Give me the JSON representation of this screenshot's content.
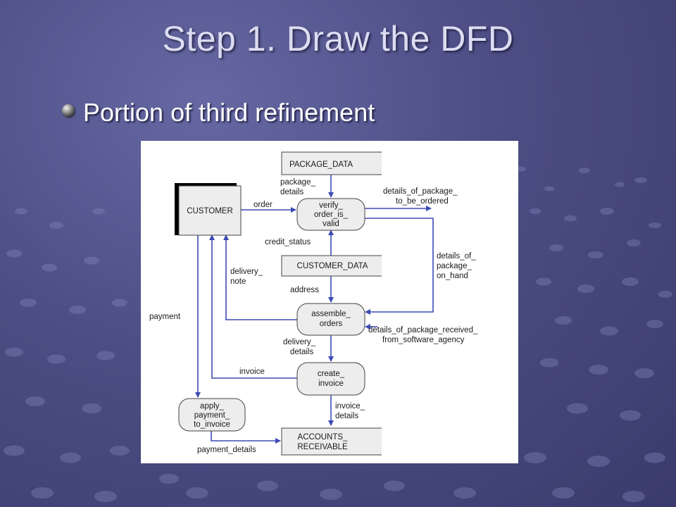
{
  "slide": {
    "title": "Step 1.  Draw the DFD",
    "bullet": "Portion of third refinement"
  },
  "diagram": {
    "entities": {
      "customer": "CUSTOMER"
    },
    "stores": {
      "package_data": "PACKAGE_DATA",
      "customer_data": "CUSTOMER_DATA",
      "accounts_receivable": [
        "ACCOUNTS_",
        "RECEIVABLE"
      ]
    },
    "processes": {
      "verify": [
        "verify_",
        "order_is_",
        "valid"
      ],
      "assemble": [
        "assemble_",
        "orders"
      ],
      "create_invoice": [
        "create_",
        "invoice"
      ],
      "apply_payment": [
        "apply_",
        "payment_",
        "to_invoice"
      ]
    },
    "flows": {
      "package_details": [
        "package_",
        "details"
      ],
      "order": "order",
      "details_to_be_ordered": [
        "details_of_package_",
        "to_be_ordered"
      ],
      "credit_status": "credit_status",
      "details_on_hand": [
        "details_of_",
        "package_",
        "on_hand"
      ],
      "delivery_note": [
        "delivery_",
        "note"
      ],
      "address": "address",
      "payment": "payment",
      "details_received": [
        "details_of_package_received_",
        "from_software_agency"
      ],
      "delivery_details": [
        "delivery_",
        "details"
      ],
      "invoice": "invoice",
      "invoice_details": [
        "invoice_",
        "details"
      ],
      "payment_details": "payment_details"
    }
  }
}
